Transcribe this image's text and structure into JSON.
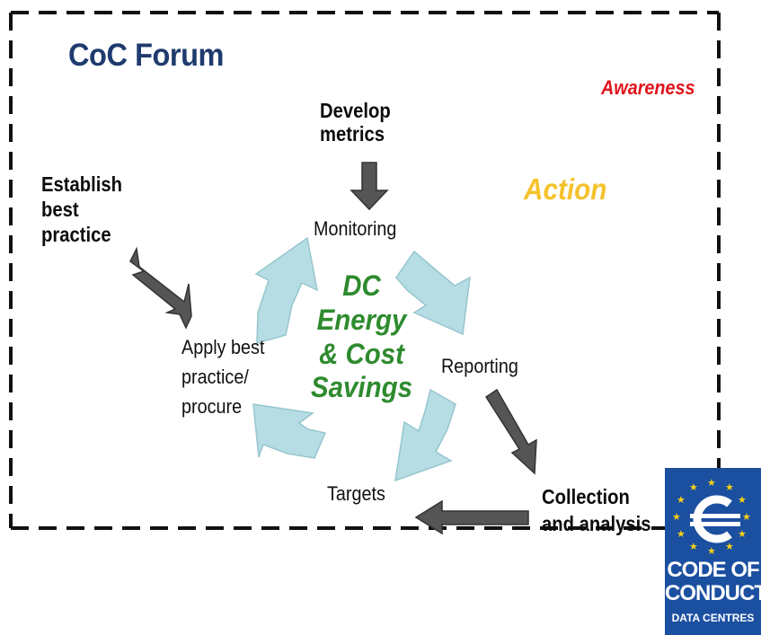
{
  "title": "CoC Forum",
  "awareness_label": "Awareness",
  "action_label": "Action",
  "develop_metrics": [
    "Develop",
    "metrics"
  ],
  "establish_best_practice": [
    "Establish",
    "best",
    "practice"
  ],
  "collection_and_analysis": [
    "Collection",
    "and analysis"
  ],
  "cycle": {
    "monitoring": "Monitoring",
    "reporting": "Reporting",
    "targets": "Targets",
    "apply": [
      "Apply best",
      "practice/",
      "procure"
    ]
  },
  "center": [
    "DC",
    "Energy",
    "& Cost",
    "Savings"
  ],
  "logo": {
    "line1": "CODE OF",
    "line2": "CONDUCT",
    "line3": "DATA CENTRES"
  },
  "colors": {
    "title": "#1f3a6e",
    "awareness": "#e0141c",
    "action": "#f5c22b",
    "center_text": "#2e8b2e",
    "cycle_arrows": "#b6dde3",
    "flow_arrows": "#555555",
    "logo_background": "#1b4fa0",
    "logo_stars": "#f7d117"
  }
}
